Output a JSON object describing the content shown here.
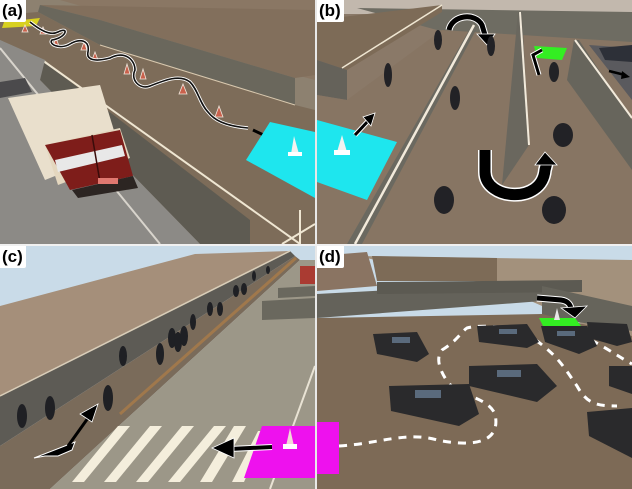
{
  "figure": {
    "panels": [
      {
        "id": "a",
        "label": "(a)",
        "scene": "slalom-driving-course",
        "elements": [
          "brick-wall-enclosure",
          "traffic-cones-slalom",
          "winding-path-line",
          "direction-arrow",
          "cyan-goal-pad-with-cone",
          "red-white-truck",
          "parked-car"
        ],
        "goal_color": "#1ee6ee",
        "start_color": "#e8e020"
      },
      {
        "id": "b",
        "label": "(b)",
        "scene": "zigzag-corridor-with-pedestrians",
        "elements": [
          "cyan-start-pad-with-cone",
          "forward-arrow",
          "curved-turn-arrow",
          "u-turn-arrow",
          "turn-arrow",
          "green-goal-pad",
          "pedestrians",
          "brick-wall-dividers",
          "exit-arrow"
        ],
        "start_color": "#1ee6ee",
        "goal_color": "#33ee22"
      },
      {
        "id": "c",
        "label": "(c)",
        "scene": "crosswalk-and-sidewalk-with-crowd",
        "elements": [
          "magenta-start-pad-with-cone",
          "left-arrow",
          "zebra-crosswalk",
          "bent-arrow-up-sidewalk",
          "wooden-railing",
          "crowd-of-pedestrians",
          "brick-wall",
          "distant-truck"
        ],
        "start_color": "#ee11ee"
      },
      {
        "id": "d",
        "label": "(d)",
        "scene": "parking-lot-navigation",
        "elements": [
          "magenta-pad-edge",
          "dashed-white-path",
          "black-pickup-trucks",
          "green-goal-pad-with-cone",
          "curved-down-arrow",
          "brick-walls"
        ],
        "start_color": "#ee11ee",
        "goal_color": "#33ee22"
      }
    ]
  },
  "colors": {
    "sky": "#c9dbe8",
    "ground_tan": "#8a7a66",
    "floor_brown": "#7a6a58",
    "wall": "#6e6c62",
    "wall_top": "#a89a86",
    "cyan": "#1ee6ee",
    "green": "#33ee22",
    "magenta": "#ee11ee",
    "arrow": "#000000",
    "line_white": "#f4eedc"
  }
}
